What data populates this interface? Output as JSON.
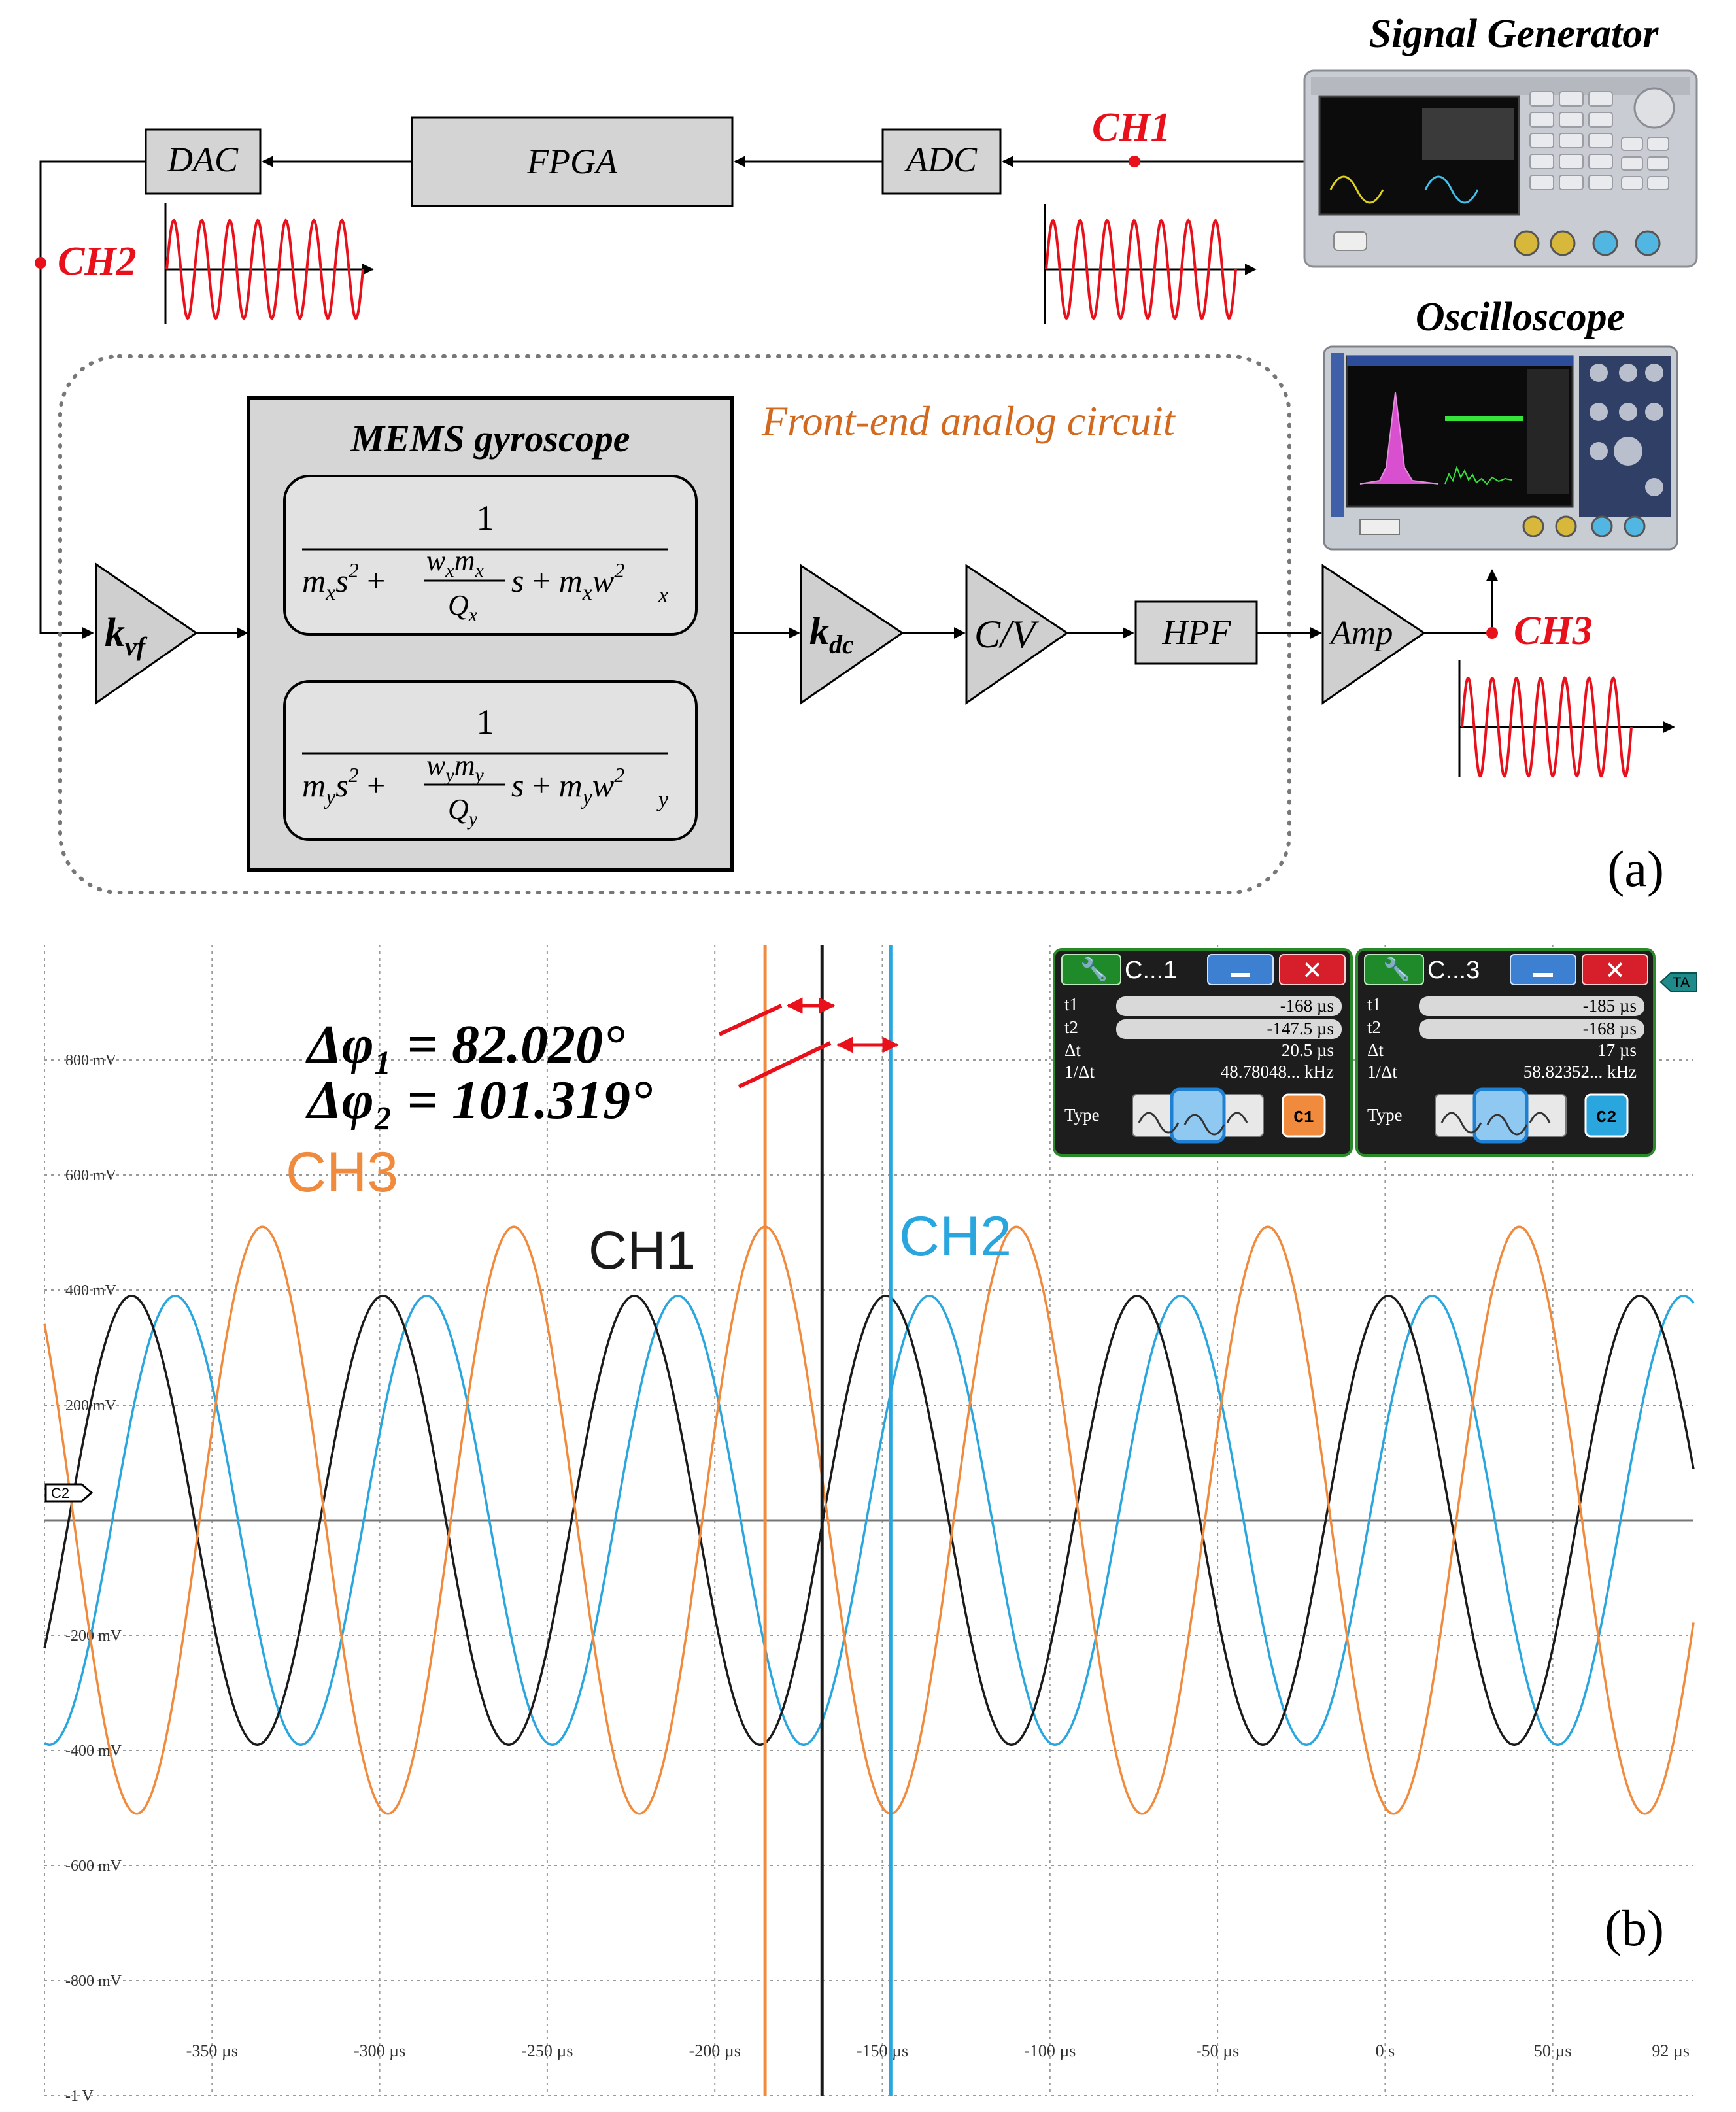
{
  "colors": {
    "ch1": "#1a1a1a",
    "ch2": "#2aa6df",
    "ch3": "#f08a3c",
    "accent_red": "#e8101b",
    "orange_text": "#d2691e",
    "block_fill": "#d4d4d4",
    "panel_green": "#1f8a2a",
    "panel_bg": "#1d1d1d"
  },
  "panel_a": {
    "label": "(a)",
    "blocks": {
      "dac": "DAC",
      "fpga": "FPGA",
      "adc": "ADC",
      "hpf": "HPF",
      "amp": "Amp",
      "cv": "C/V",
      "kvf": "k",
      "kvf_sub": "vf",
      "kdc": "k",
      "kdc_sub": "dc"
    },
    "channels": {
      "ch1": "CH1",
      "ch2": "CH2",
      "ch3": "CH3"
    },
    "instruments": {
      "signal_generator": "Signal Generator",
      "oscilloscope": "Oscilloscope"
    },
    "analog_label": "Front-end analog circuit",
    "gyro_title": "MEMS gyroscope",
    "tf_x": {
      "num": "1",
      "den_pre": "m",
      "den_sub": "x"
    },
    "tf_y": {
      "num": "1",
      "den_pre": "m",
      "den_sub": "y"
    }
  },
  "panel_b": {
    "label": "(b)",
    "dphi1": "Δφ₁ = 82.020°",
    "dphi2": "Δφ₂ = 101.319°",
    "trace_labels": {
      "ch1": "CH1",
      "ch2": "CH2",
      "ch3": "CH3"
    },
    "marker_c2": "C2",
    "marker_ta": "TA",
    "cursor_panels": [
      {
        "title": "C...1",
        "t1": "-168 µs",
        "t2": "-147.5 µs",
        "dt": "20.5 µs",
        "inv_dt": "48.78048... kHz",
        "badge": "C1"
      },
      {
        "title": "C...3",
        "t1": "-185 µs",
        "t2": "-168 µs",
        "dt": "17 µs",
        "inv_dt": "58.82352... kHz",
        "badge": "C2"
      }
    ],
    "row_labels": {
      "t1": "t1",
      "t2": "t2",
      "dt": "Δt",
      "inv_dt": "1/Δt",
      "type": "Type"
    }
  },
  "chart_data": {
    "type": "line",
    "title": "",
    "xlabel": "",
    "ylabel": "",
    "xlim": [
      -400,
      92
    ],
    "ylim": [
      -1000,
      1000
    ],
    "x_unit": "µs",
    "y_unit": "mV",
    "x_ticks": [
      -350,
      -300,
      -250,
      -200,
      -150,
      -100,
      -50,
      0,
      50,
      92
    ],
    "x_tick_labels": [
      "-350 µs",
      "-300 µs",
      "-250 µs",
      "-200 µs",
      "-150 µs",
      "-100 µs",
      "-50 µs",
      "0 s",
      "50 µs",
      "92 µs"
    ],
    "y_ticks": [
      800,
      600,
      400,
      200,
      0,
      -200,
      -400,
      -600,
      -800,
      -1000
    ],
    "y_tick_labels": [
      "800 mV",
      "600 mV",
      "400 mV",
      "200 mV",
      "",
      "-200 mV",
      "-400 mV",
      "-600 mV",
      "-800 mV",
      "-1 V"
    ],
    "grid": true,
    "series": [
      {
        "name": "CH1",
        "amplitude_mV": 390,
        "period_us": 75,
        "peak_x_us": -224,
        "color": "#1a1a1a"
      },
      {
        "name": "CH2",
        "amplitude_mV": 390,
        "period_us": 75,
        "peak_x_us": -286,
        "color": "#2aa6df"
      },
      {
        "name": "CH3",
        "amplitude_mV": 510,
        "period_us": 75,
        "peak_x_us": -185,
        "color": "#f08a3c"
      }
    ],
    "cursors": [
      {
        "x_us": -185,
        "color": "#f08a3c"
      },
      {
        "x_us": -168,
        "color": "#1a1a1a"
      },
      {
        "x_us": -147.5,
        "color": "#2aa6df"
      }
    ]
  }
}
